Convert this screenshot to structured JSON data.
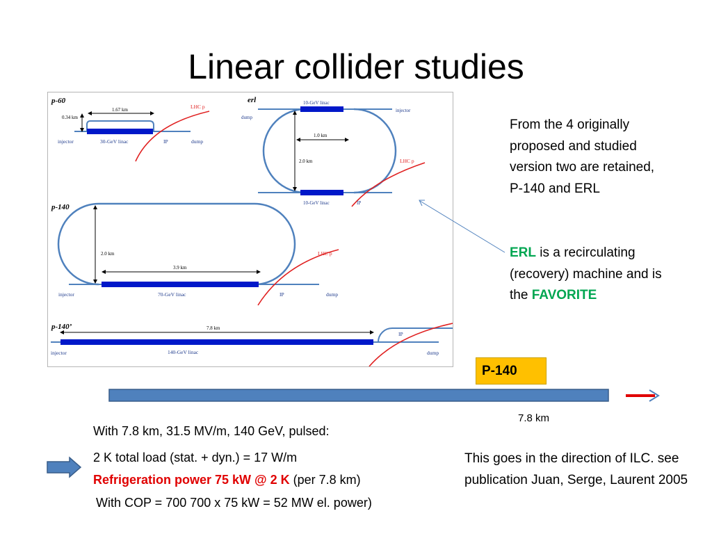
{
  "slide": {
    "title": "Linear collider studies"
  },
  "figure": {
    "panels": {
      "p60": {
        "label": "p-60",
        "dim_height": "0.34 km",
        "dim_length": "1.67 km",
        "linac": "30-GeV linac",
        "injector": "injector",
        "ip": "IP",
        "dump": "dump",
        "lhc_p": "LHC p"
      },
      "erl": {
        "label": "erl",
        "linac_top": "10-GeV linac",
        "linac_bottom": "10-GeV linac",
        "dump": "dump",
        "injector": "injector",
        "dim_width": "1.0 km",
        "dim_height": "2.0 km",
        "lhc_p": "LHC p",
        "ip": "IP"
      },
      "p140": {
        "label": "p-140",
        "dim_height": "2.0 km",
        "dim_length": "3.9 km",
        "linac": "70-GeV linac",
        "injector": "injector",
        "ip": "IP",
        "dump": "dump",
        "lhc_p": "LHC p"
      },
      "p140prime": {
        "label": "p-140’",
        "dim_length": "7.8 km",
        "linac": "140-GeV linac",
        "injector": "injector",
        "ip": "IP",
        "dump": "dump"
      }
    }
  },
  "notes": {
    "retained_text": "From the 4 originally proposed and studied version two are retained, P-140 and ERL",
    "erl_word": "ERL",
    "erl_rest": " is a recirculating (recovery) machine and is the ",
    "favorite": "FAVORITE"
  },
  "timeline": {
    "box_label": "P-140",
    "length_label": "7.8 km",
    "colors": {
      "bar": "#4f81bd",
      "arrow": "#e00000",
      "box": "#ffc000"
    }
  },
  "params": {
    "line1": "With 7.8 km, 31.5 MV/m,  140 GeV, pulsed:",
    "line2": "2 K total load (stat. + dyn.) = 17 W/m",
    "line3_red": "Refrigeration power 75 kW @ 2 K",
    "line3_rest": " (per 7.8 km)",
    "line4": "With COP = 700   700 x 75 kW = 52 MW el. power)"
  },
  "ilc_note": "This goes in the direction of ILC. see publication Juan, Serge, Laurent 2005"
}
